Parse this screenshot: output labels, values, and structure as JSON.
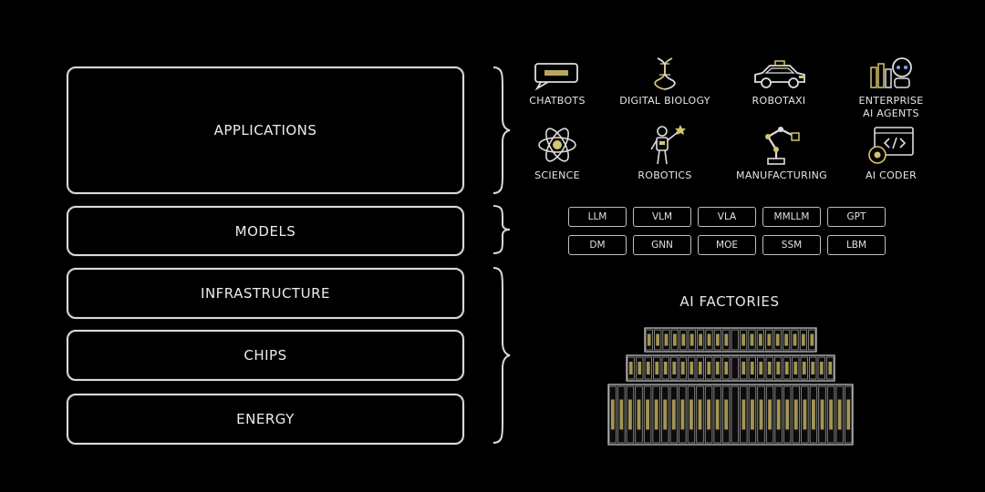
{
  "layers": [
    {
      "id": "applications",
      "label": "APPLICATIONS"
    },
    {
      "id": "models",
      "label": "MODELS"
    },
    {
      "id": "infrastructure",
      "label": "INFRASTRUCTURE"
    },
    {
      "id": "chips",
      "label": "CHIPS"
    },
    {
      "id": "energy",
      "label": "ENERGY"
    }
  ],
  "applications": [
    {
      "label": "CHATBOTS",
      "icon": "chat-bubble-icon"
    },
    {
      "label": "DIGITAL BIOLOGY",
      "icon": "dna-icon"
    },
    {
      "label": "ROBOTAXI",
      "icon": "car-icon"
    },
    {
      "label": "ENTERPRISE\nAI AGENTS",
      "icon": "agent-robot-icon"
    },
    {
      "label": "SCIENCE",
      "icon": "atom-icon"
    },
    {
      "label": "ROBOTICS",
      "icon": "humanoid-robot-icon"
    },
    {
      "label": "MANUFACTURING",
      "icon": "robot-arm-icon"
    },
    {
      "label": "AI CODER",
      "icon": "code-window-icon"
    }
  ],
  "models_row1": [
    "LLM",
    "VLM",
    "VLA",
    "MMLLM",
    "GPT"
  ],
  "models_row2": [
    "DM",
    "GNN",
    "MOE",
    "SSM",
    "LBM"
  ],
  "factories": {
    "title": "AI FACTORIES",
    "icon": "datacenter-racks-icon"
  },
  "colors": {
    "background": "#000000",
    "stroke": "#d9d9d9",
    "accent": "#d8c46a"
  }
}
